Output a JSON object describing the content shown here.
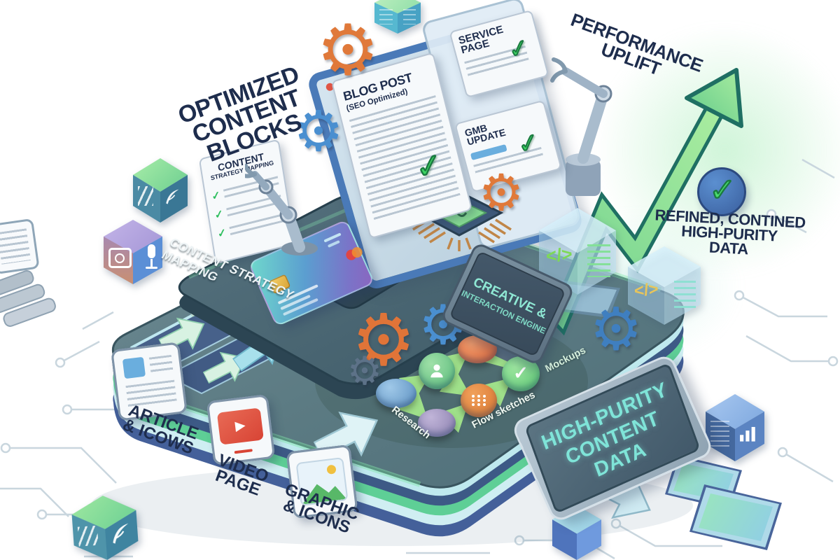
{
  "headings": {
    "optimized_line1": "OPTIMIZED",
    "optimized_line2": "CONTENT BLOCKS",
    "performance_line1": "PERFORMANCE",
    "performance_line2": "UPLIFT",
    "refined_line1": "REFINED, CONTINED",
    "refined_line2": "HIGH-PURITY",
    "refined_line3": "DATA"
  },
  "platform": {
    "edge_label": "CONTENT STRATEGY MAPPING"
  },
  "strategy_doc": {
    "title_line1": "CONTENT",
    "title_line2": "STRATEGY MAPPING"
  },
  "blog_post": {
    "title": "BLOG POST",
    "subtitle": "(SEO Optimized)"
  },
  "service_page": {
    "title": "SERVICE PAGE"
  },
  "gmb_update": {
    "title": "GMB UPDATE"
  },
  "engine_monitor": {
    "line1": "CREATIVE &",
    "line2": "INTERACTION ENGINE"
  },
  "high_purity_sign": {
    "line1": "HIGH-PURITY",
    "line2": "CONTENT DATA"
  },
  "media_inputs": [
    {
      "line1": "ARTICLE",
      "line2": "& ICOWS"
    },
    {
      "line1": "VIDEO",
      "line2": "PAGE"
    },
    {
      "line1": "GRAPHIC",
      "line2": "& ICONS"
    }
  ],
  "workflow_labels": {
    "research": "Research",
    "flow_sketches": "Flow sketches",
    "mockups": "Mockups"
  },
  "icons": {
    "gear_glyph": "⚙",
    "check_glyph": "✓",
    "play_glyph": "▶",
    "code_glyph": "</>"
  },
  "colors": {
    "navy_text": "#1e2d4d",
    "sign_teal": "#7fe0d6",
    "arrow_green": "#57c47f",
    "check_green": "#2fbf5f",
    "gear_orange": "#e0793a",
    "gear_blue": "#4a8fd0",
    "platform_top": "#5d7a84",
    "screen_frame_blue": "#4a7ab8"
  }
}
